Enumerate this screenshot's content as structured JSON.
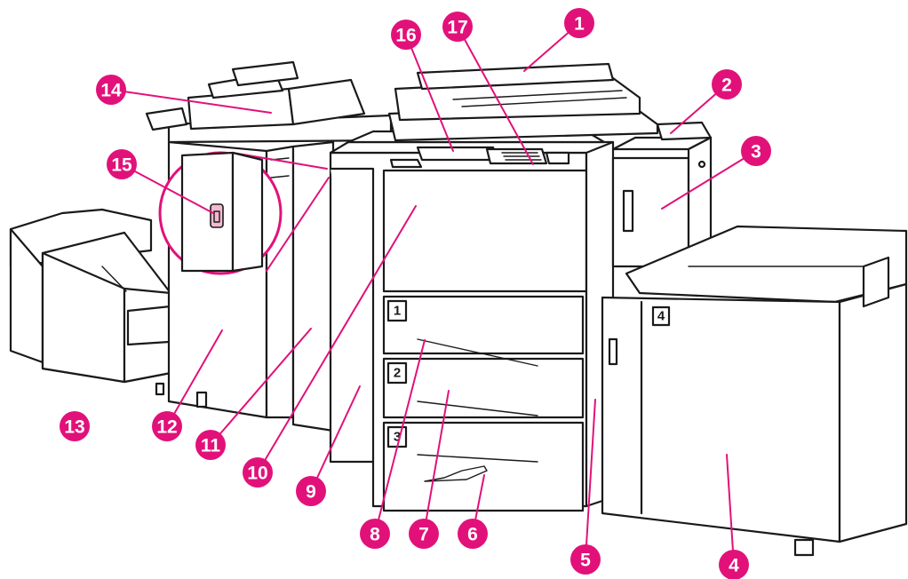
{
  "colors": {
    "callout": "#e2117a",
    "outline": "#1a1a1a",
    "background": "#ffffff",
    "switch": "#f4b8d2"
  },
  "tray_labels": [
    "1",
    "2",
    "3",
    "4"
  ],
  "callouts": [
    {
      "label": "1"
    },
    {
      "label": "2"
    },
    {
      "label": "3"
    },
    {
      "label": "4"
    },
    {
      "label": "5"
    },
    {
      "label": "6"
    },
    {
      "label": "7"
    },
    {
      "label": "8"
    },
    {
      "label": "9"
    },
    {
      "label": "10"
    },
    {
      "label": "11"
    },
    {
      "label": "12"
    },
    {
      "label": "13"
    },
    {
      "label": "14"
    },
    {
      "label": "15"
    },
    {
      "label": "16"
    },
    {
      "label": "17"
    }
  ]
}
